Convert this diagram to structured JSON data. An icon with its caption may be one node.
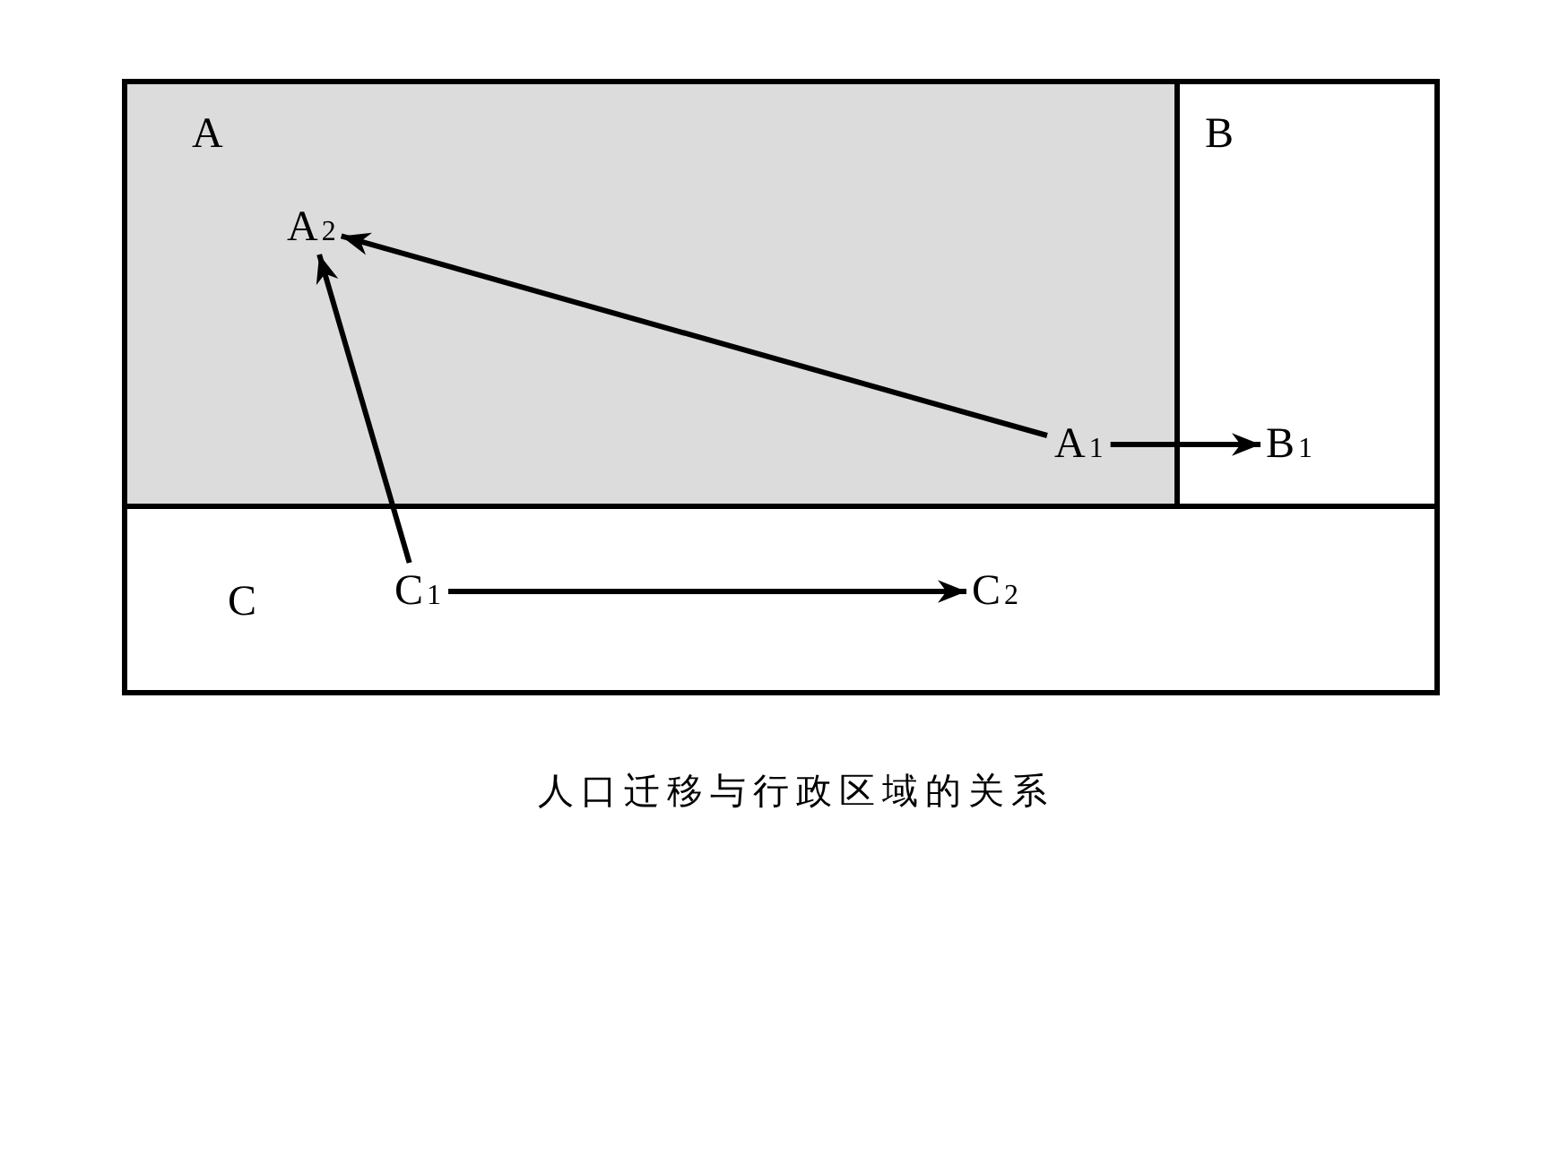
{
  "diagram": {
    "caption": "人口迁移与行政区域的关系",
    "nodes": [
      {
        "text": [
          "A"
        ]
      },
      {
        "text": [
          "B"
        ]
      },
      {
        "text": [
          "C"
        ]
      },
      {
        "text": [
          "A$_{2}$"
        ],
        "in": 0
      },
      {
        "text": [
          "A$_{1}$"
        ],
        "in": 0
      },
      {
        "text": [
          "B$_{1}$"
        ],
        "in": 1
      },
      {
        "text": [
          "C$_{1}$"
        ],
        "in": 2
      },
      {
        "text": [
          "C$_{2}$"
        ],
        "in": 2
      }
    ],
    "edges": [
      {
        "from": 4,
        "to": 3,
        "arrow": "to"
      },
      {
        "from": 4,
        "to": 5,
        "arrow": "to"
      },
      {
        "from": 6,
        "to": 3,
        "arrow": "to"
      },
      {
        "from": 6,
        "to": 7,
        "arrow": "to"
      }
    ]
  }
}
